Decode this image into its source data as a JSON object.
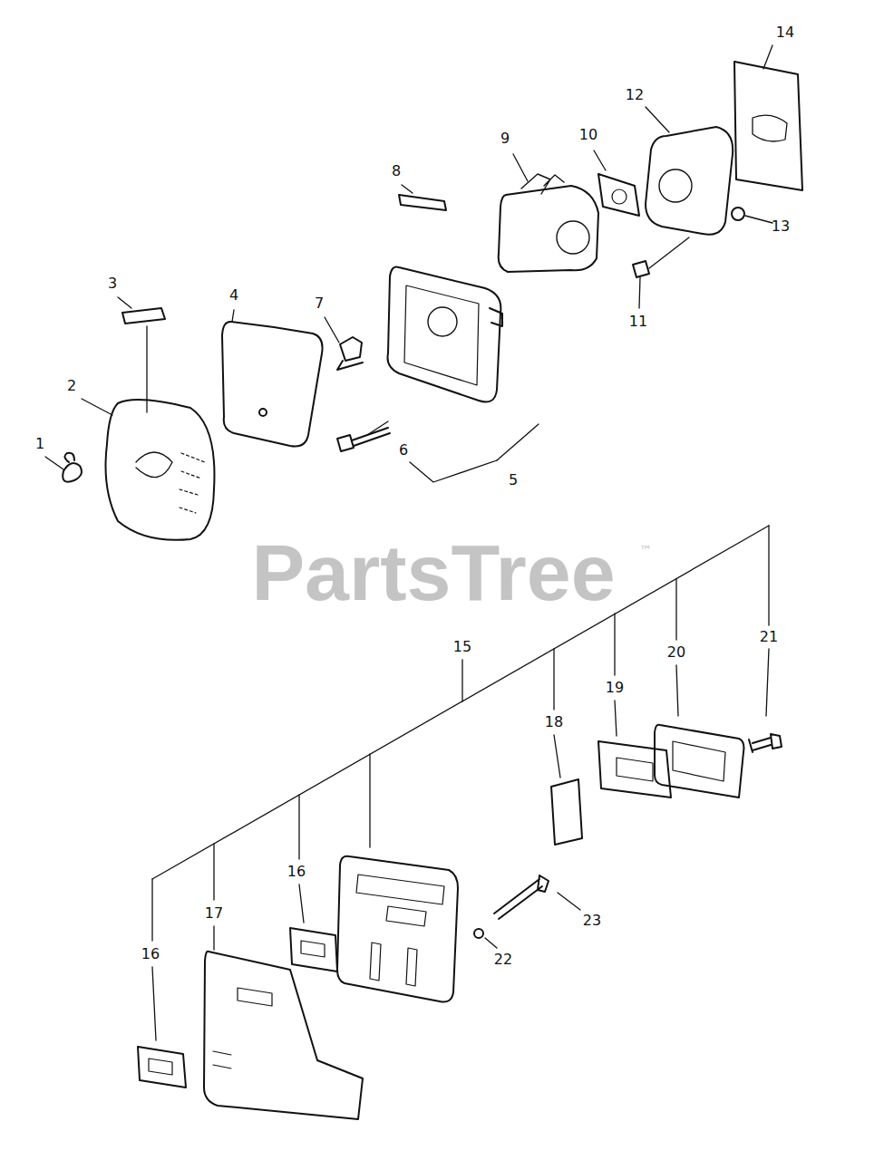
{
  "diagram": {
    "labels": [
      "14",
      "12",
      "9",
      "10",
      "8",
      "13",
      "3",
      "4",
      "7",
      "11",
      "2",
      "1",
      "6",
      "5",
      "PartsTree",
      "™",
      "21",
      "15",
      "20",
      "19",
      "18",
      "16",
      "17",
      "23",
      "16",
      "22"
    ]
  }
}
